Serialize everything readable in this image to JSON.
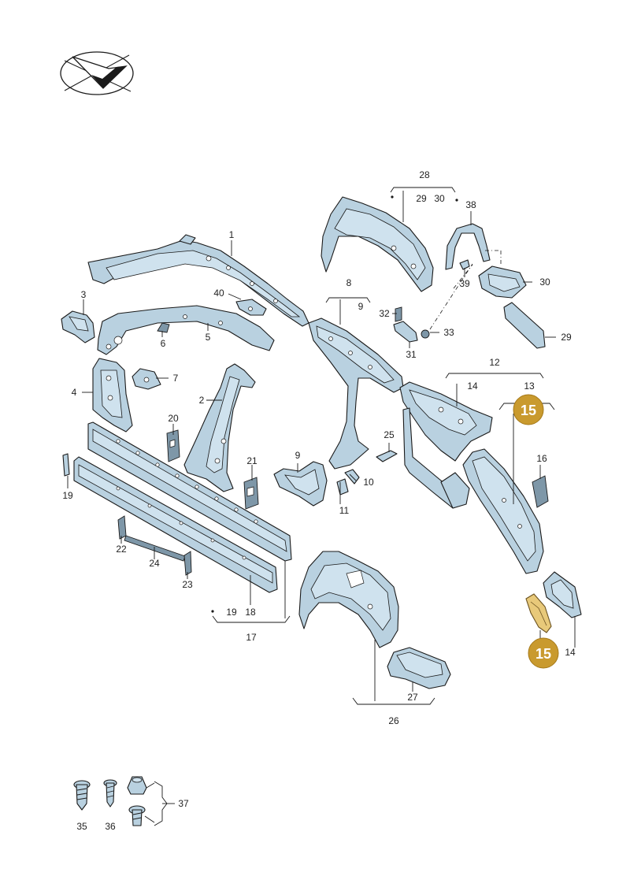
{
  "callouts": {
    "c1": "1",
    "c2": "2",
    "c3": "3",
    "c4": "4",
    "c5": "5",
    "c6": "6",
    "c7": "7",
    "c8": "8",
    "c9a": "9",
    "c9b": "9",
    "c10": "10",
    "c11": "11",
    "c12": "12",
    "c13": "13",
    "c14a": "14",
    "c14b": "14",
    "c16": "16",
    "c17": "17",
    "c18": "18",
    "c19a": "19",
    "c19b": "19",
    "c20": "20",
    "c21": "21",
    "c22": "22",
    "c23": "23",
    "c24": "24",
    "c25": "25",
    "c26": "26",
    "c27": "27",
    "c28": "28",
    "c29a": "29",
    "c29b": "29",
    "c30a": "30",
    "c30b": "30",
    "c31": "31",
    "c32": "32",
    "c33": "33",
    "c35": "35",
    "c36": "36",
    "c37": "37",
    "c38": "38",
    "c39": "39",
    "c40": "40"
  },
  "badges": {
    "b1": "15",
    "b2": "15"
  },
  "colors": {
    "part_fill": "#b9d1e0",
    "highlight_badge": "#c99a2e",
    "highlight_part": "#e8c97a"
  },
  "icons": {
    "logo": "direction-arrow-logo-icon"
  }
}
